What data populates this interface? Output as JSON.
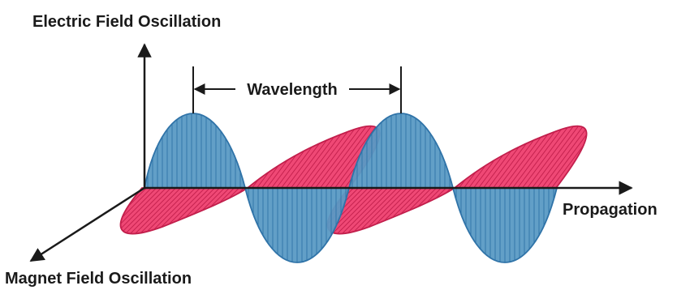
{
  "labels": {
    "electric": "Electric Field Oscillation",
    "wavelength": "Wavelength",
    "propagation": "Propagation",
    "magnetic": "Magnet Field Oscillation"
  },
  "colors": {
    "electric_fill": "#5a9ac4",
    "electric_stroke": "#2f73a8",
    "magnetic_fill": "#ee3e6e",
    "magnetic_stroke": "#c21f4c",
    "axis": "#1a1a1a"
  }
}
